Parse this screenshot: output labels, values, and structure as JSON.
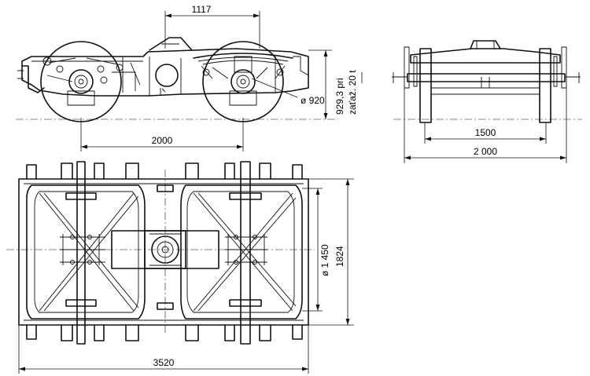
{
  "dimensions": {
    "bolster_offset": "1117",
    "wheelbase": "2000",
    "wheel_diameter": "ø 920",
    "height_loaded_value": "929,3 pri",
    "height_loaded_note": "zaťaž. 20 t",
    "rail_gauge": "1500",
    "end_width": "2 000",
    "frame_length": "3520",
    "frame_width": "1824",
    "pivot_diameter": "ø 1 450"
  }
}
